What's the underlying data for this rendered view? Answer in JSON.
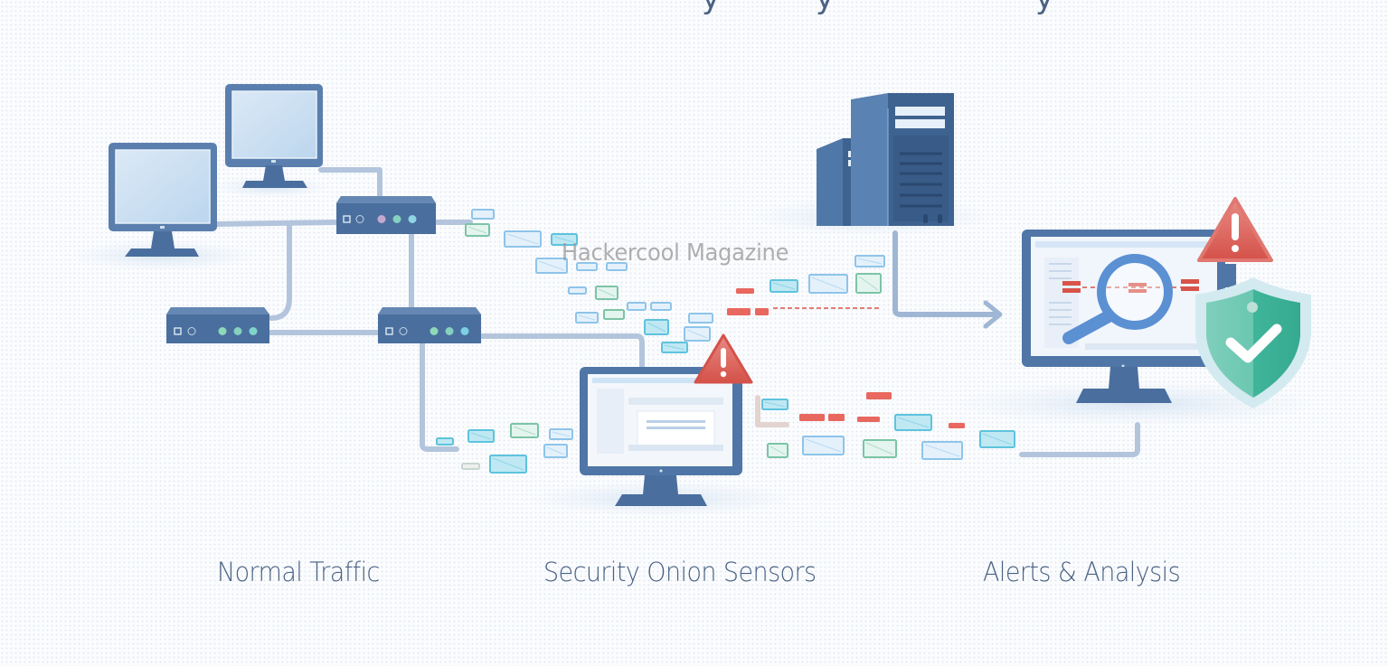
{
  "diagram": {
    "title_partial_glyphs": [
      "y",
      "y",
      "y"
    ],
    "watermark": "Hackercool Magazine",
    "sections": [
      {
        "id": "normal",
        "label": "Normal Traffic"
      },
      {
        "id": "sensors",
        "label": "Security Onion Sensors"
      },
      {
        "id": "alerts",
        "label": "Alerts & Analysis"
      }
    ],
    "nodes": [
      {
        "id": "workstation-1",
        "type": "desktop-monitor",
        "section": "normal"
      },
      {
        "id": "workstation-2",
        "type": "desktop-monitor",
        "section": "normal"
      },
      {
        "id": "switch-top",
        "type": "network-switch",
        "section": "normal"
      },
      {
        "id": "switch-left",
        "type": "network-switch",
        "section": "normal"
      },
      {
        "id": "switch-center",
        "type": "network-switch",
        "section": "normal"
      },
      {
        "id": "sensor-console",
        "type": "monitor-with-alert",
        "section": "sensors"
      },
      {
        "id": "server-rack",
        "type": "server-tower",
        "section": "sensors"
      },
      {
        "id": "analysis-console",
        "type": "monitor-with-magnifier",
        "section": "alerts"
      },
      {
        "id": "alert-badge",
        "type": "warning-triangle",
        "section": "alerts"
      },
      {
        "id": "shield-badge",
        "type": "shield-check",
        "section": "alerts"
      }
    ],
    "icons": {
      "warning": "warning-triangle-icon",
      "magnifier": "magnifier-icon",
      "shield": "shield-check-icon",
      "arrow": "arrow-right-icon",
      "packet": "envelope-packet-icon"
    },
    "colors": {
      "device_blue": "#4a6f9e",
      "device_dark": "#3a5a85",
      "screen_light": "#cfe2f3",
      "cable": "#a9bdd6",
      "packet_blue": "#8ec9ec",
      "packet_cyan": "#5ec3dd",
      "packet_green": "#7cc4a6",
      "alert_red": "#d9534a",
      "shield_teal": "#3fb59a",
      "text": "#4a6283"
    }
  }
}
